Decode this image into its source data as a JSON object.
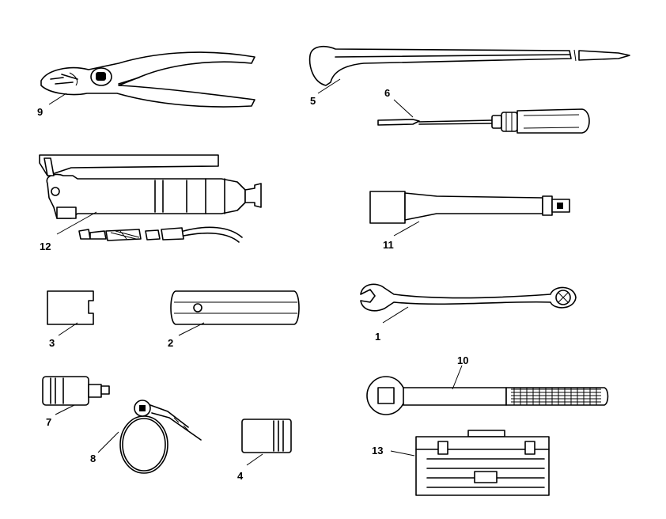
{
  "figure": {
    "callouts": {
      "c1": "1",
      "c2": "2",
      "c3": "3",
      "c4": "4",
      "c5": "5",
      "c6": "6",
      "c7": "7",
      "c8": "8",
      "c9": "9",
      "c10": "10",
      "c11": "11",
      "c12": "12",
      "c13": "13"
    }
  }
}
